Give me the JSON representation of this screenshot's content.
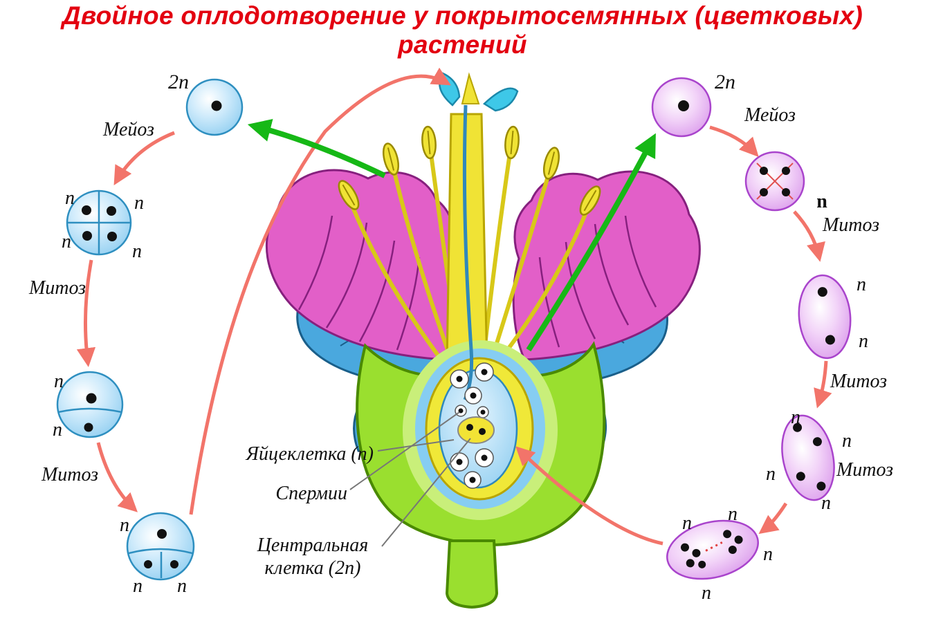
{
  "title": "Двойное оплодотворение у покрытосемянных (цветковых) растений",
  "colors": {
    "title": "#e30010",
    "arrow_red": "#f2746a",
    "arrow_green": "#16b816",
    "male_cell_blue": "#a9ddf7",
    "female_cell_pink": "#eec3f4",
    "petal_pink": "#e25fc8",
    "petal_blue": "#4aa8de",
    "stamen_yellow": "#f0e335",
    "ovary_green": "#9adf2f"
  },
  "left_cycle": {
    "ploidy_top": "2n",
    "meiosis_label": "Мейоз",
    "tetrad_labels": [
      "n",
      "n",
      "n",
      "n"
    ],
    "mitosis1_label": "Митоз",
    "two_cell_labels": [
      "n",
      "n"
    ],
    "mitosis2_label": "Митоз",
    "pollen_labels": [
      "n",
      "n",
      "n"
    ]
  },
  "right_cycle": {
    "ploidy_top": "2n",
    "meiosis_label": "Мейоз",
    "tetrad_label": "n",
    "mitosis1_label": "Митоз",
    "two_nucleate_labels": [
      "n",
      "n"
    ],
    "mitosis2_label": "Митоз",
    "four_nucleate_labels": [
      "n",
      "n",
      "n",
      "n"
    ],
    "mitosis3_label": "Митоз",
    "embryo_sac_labels": [
      "n",
      "n",
      "n",
      "n"
    ]
  },
  "flower_labels": {
    "egg_cell": "Яйцеклетка (n)",
    "sperm": "Спермии",
    "central_cell_line1": "Центральная",
    "central_cell_line2": "клетка (2n)"
  }
}
